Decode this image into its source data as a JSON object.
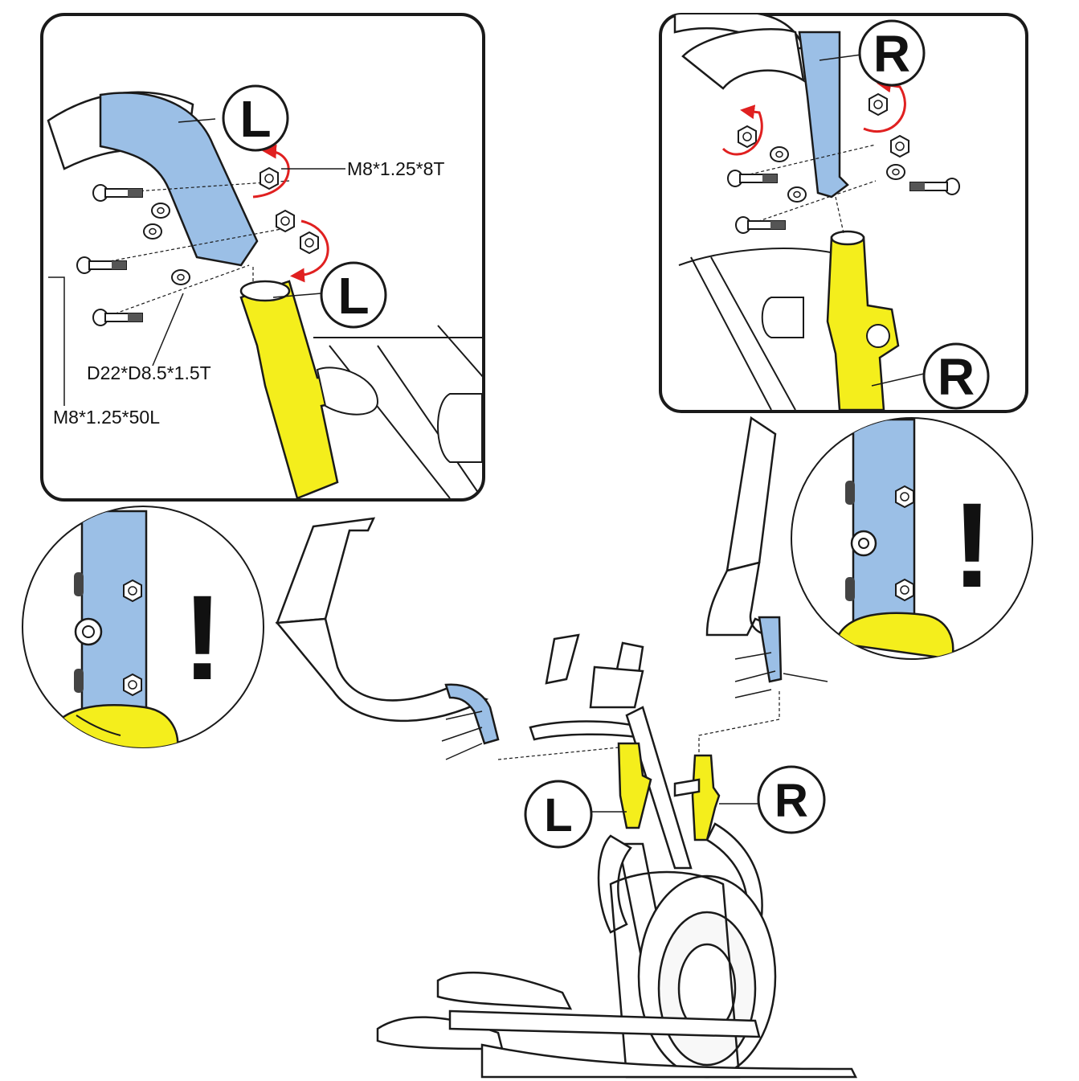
{
  "colors": {
    "blue_part": "#9bbfe6",
    "yellow_part": "#f4ee1c",
    "arrow_red": "#e02020",
    "outline": "#1a1a1a"
  },
  "left_detail": {
    "side_badge_top": "L",
    "side_badge_bottom": "L",
    "nut_label": "M8*1.25*8T",
    "washer_label": "D22*D8.5*1.5T",
    "bolt_label": "M8*1.25*50L"
  },
  "right_detail": {
    "side_badge_top": "R",
    "side_badge_bottom": "R"
  },
  "warnings": {
    "left_symbol": "!",
    "right_symbol": "!"
  },
  "main_view": {
    "left_badge": "L",
    "right_badge": "R"
  },
  "icons": [
    "hex-nut-icon",
    "washer-icon",
    "bolt-icon",
    "rotate-arrow-icon",
    "warning-icon"
  ]
}
